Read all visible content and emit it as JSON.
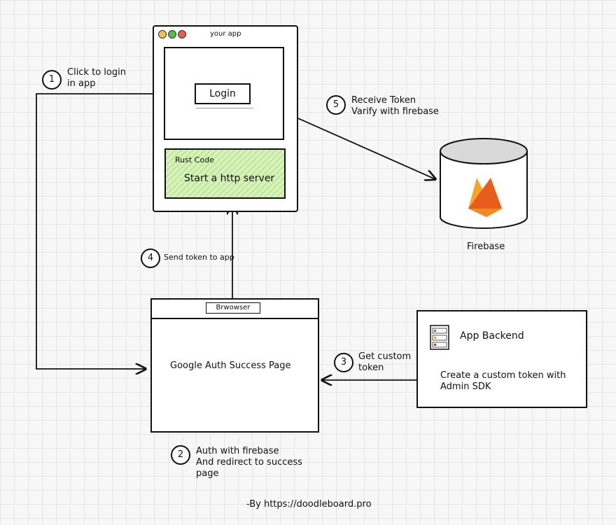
{
  "app_window": {
    "title": "your app",
    "login_button": "Login",
    "rust_label": "Rust Code",
    "rust_server": "Start a http server",
    "traffic_lights": [
      "#f4bf4f",
      "#4ec04e",
      "#ec5a56"
    ]
  },
  "browser": {
    "tab_label": "Brwowser",
    "page_text": "Google Auth Success Page"
  },
  "backend": {
    "title": "App Backend",
    "description_lines": [
      "Create a custom token with",
      "Admin SDK"
    ]
  },
  "firebase": {
    "label": "Firebase",
    "flame_colors": [
      "#f5a623",
      "#f0781e",
      "#e85d1c"
    ]
  },
  "steps": [
    {
      "number": "1",
      "lines": [
        "Click to login",
        "in app"
      ]
    },
    {
      "number": "2",
      "lines": [
        "Auth with firebase",
        "And redirect to success",
        "page"
      ]
    },
    {
      "number": "3",
      "lines": [
        "Get custom",
        "token"
      ]
    },
    {
      "number": "4",
      "lines": [
        "Send token to app"
      ]
    },
    {
      "number": "5",
      "lines": [
        "Receive Token",
        "Varify with firebase"
      ]
    }
  ],
  "credit": "-By https://doodleboard.pro",
  "colors": {
    "rust_fill": "#d6f2b8",
    "rust_stripe": "#a9dc82"
  }
}
